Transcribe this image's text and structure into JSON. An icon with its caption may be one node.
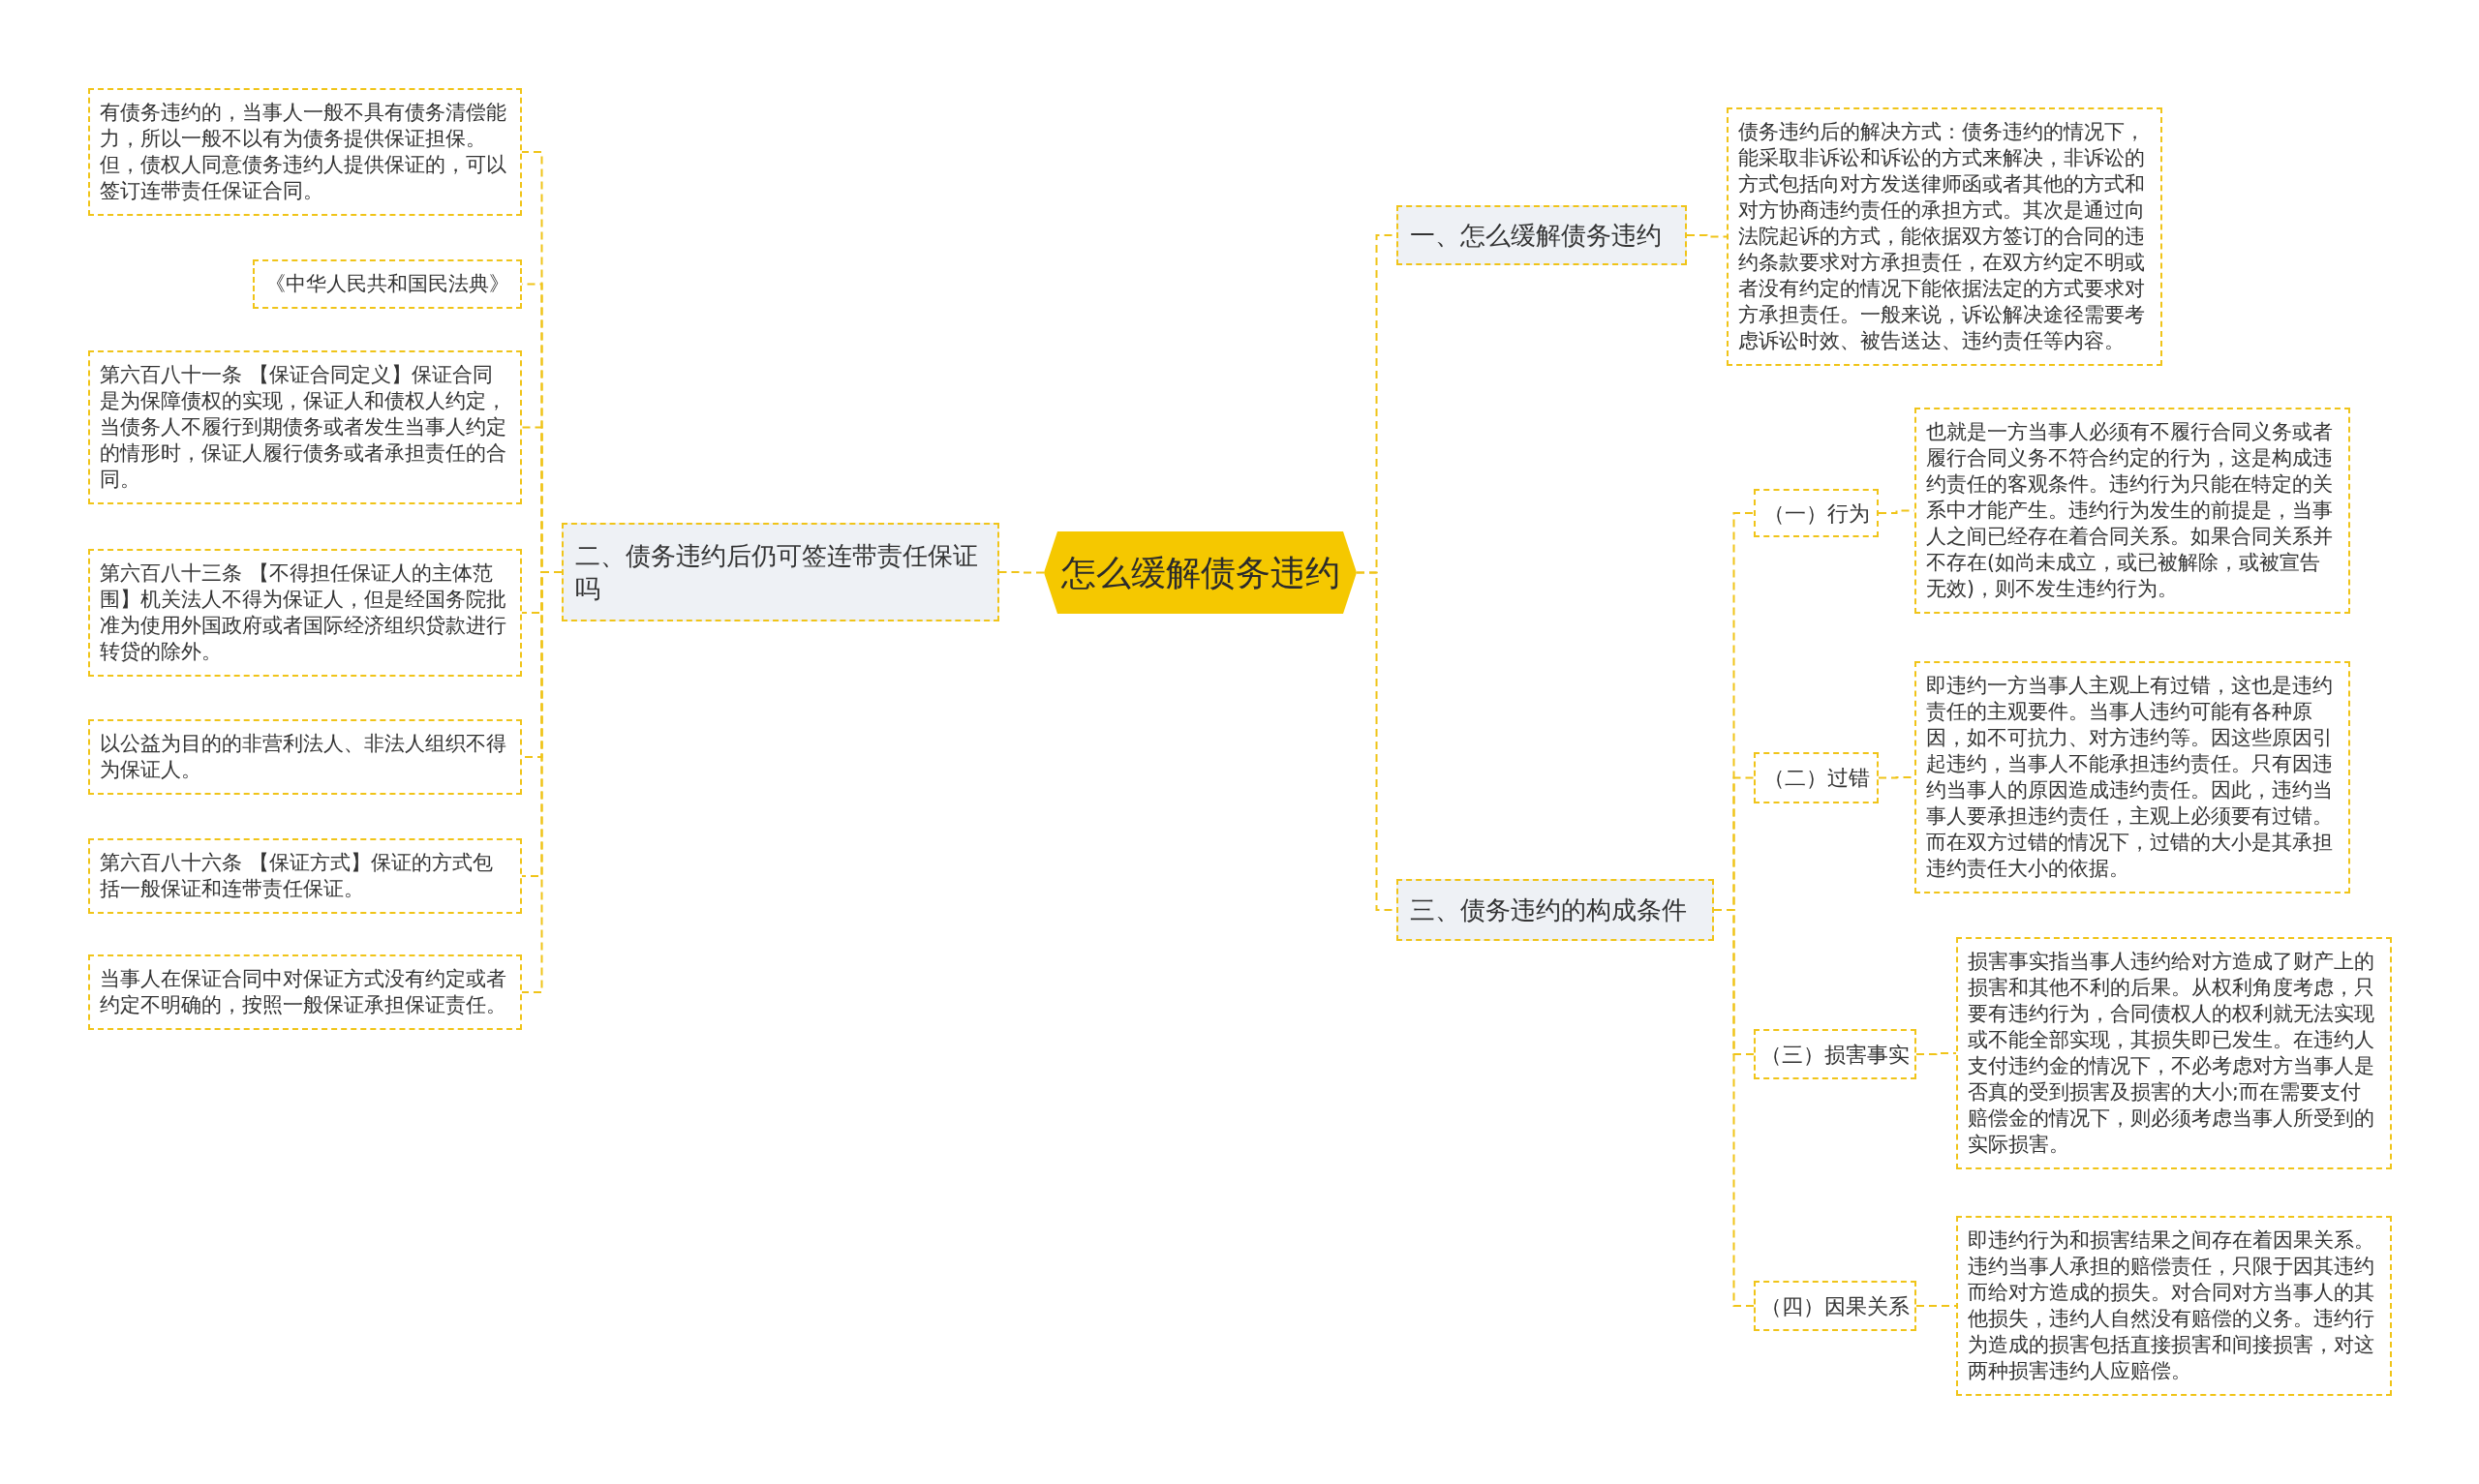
{
  "diagram": {
    "nodes": [
      {
        "text": [
          "怎么缓解债务违约"
        ]
      },
      {
        "text": [
          "一、怎么缓解债务违约"
        ]
      },
      {
        "text": [
          "债务违约后的解决方式：债务违约的情况下，能采取非诉讼和诉讼的方式来解决，非诉讼的方式包括向对方发送律师函或者其他的方式和对方协商违约责任的承担方式。其次是通过向法院起诉的方式，能依据双方签订的合同的违约条款要求对方承担责任，在双方约定不明或者没有约定的情况下能依据法定的方式要求对方承担责任。一般来说，诉讼解决途径需要考虑诉讼时效、被告送达、违约责任等内容。"
        ]
      },
      {
        "text": [
          "二、债务违约后仍可签连带责任保证吗"
        ]
      },
      {
        "text": [
          "有债务违约的，当事人一般不具有债务清偿能力，所以一般不以有为债务提供保证担保。但，债权人同意债务违约人提供保证的，可以签订连带责任保证合同。"
        ]
      },
      {
        "text": [
          "《中华人民共和国民法典》"
        ]
      },
      {
        "text": [
          "第六百八十一条 【保证合同定义】保证合同是为保障债权的实现，保证人和债权人约定，当债务人不履行到期债务或者发生当事人约定的情形时，保证人履行债务或者承担责任的合同。"
        ]
      },
      {
        "text": [
          "第六百八十三条 【不得担任保证人的主体范围】机关法人不得为保证人，但是经国务院批准为使用外国政府或者国际经济组织贷款进行转贷的除外。"
        ]
      },
      {
        "text": [
          "以公益为目的的非营利法人、非法人组织不得为保证人。"
        ]
      },
      {
        "text": [
          "第六百八十六条 【保证方式】保证的方式包括一般保证和连带责任保证。"
        ]
      },
      {
        "text": [
          "当事人在保证合同中对保证方式没有约定或者约定不明确的，按照一般保证承担保证责任。"
        ]
      },
      {
        "text": [
          "三、债务违约的构成条件"
        ]
      },
      {
        "text": [
          "（一）行为"
        ]
      },
      {
        "text": [
          "也就是一方当事人必须有不履行合同义务或者履行合同义务不符合约定的行为，这是构成违约责任的客观条件。违约行为只能在特定的关系中才能产生。违约行为发生的前提是，当事人之间已经存在着合同关系。如果合同关系并不存在(如尚未成立，或已被解除，或被宣告无效)，则不发生违约行为。"
        ]
      },
      {
        "text": [
          "（二）过错"
        ]
      },
      {
        "text": [
          "即违约一方当事人主观上有过错，这也是违约责任的主观要件。当事人违约可能有各种原因，如不可抗力、对方违约等。因这些原因引起违约，当事人不能承担违约责任。只有因违约当事人的原因造成违约责任。因此，违约当事人要承担违约责任，主观上必须要有过错。而在双方过错的情况下，过错的大小是其承担违约责任大小的依据。"
        ]
      },
      {
        "text": [
          "（三）损害事实"
        ]
      },
      {
        "text": [
          "损害事实指当事人违约给对方造成了财产上的损害和其他不利的后果。从权利角度考虑，只要有违约行为，合同债权人的权利就无法实现或不能全部实现，其损失即已发生。在违约人支付违约金的情况下，不必考虑对方当事人是否真的受到损害及损害的大小;而在需要支付赔偿金的情况下，则必须考虑当事人所受到的实际损害。"
        ]
      },
      {
        "text": [
          "（四）因果关系"
        ]
      },
      {
        "text": [
          "即违约行为和损害结果之间存在着因果关系。违约当事人承担的赔偿责任，只限于因其违约而给对方造成的损失。对合同对方当事人的其他损失，违约人自然没有赔偿的义务。违约行为造成的损害包括直接损害和间接损害，对这两种损害违约人应赔偿。"
        ]
      }
    ],
    "edges": [
      {
        "from": 0,
        "to": 1,
        "arrow": "none"
      },
      {
        "from": 1,
        "to": 2,
        "arrow": "none"
      },
      {
        "from": 0,
        "to": 3,
        "arrow": "none"
      },
      {
        "from": 3,
        "to": 4,
        "arrow": "none"
      },
      {
        "from": 3,
        "to": 5,
        "arrow": "none"
      },
      {
        "from": 3,
        "to": 6,
        "arrow": "none"
      },
      {
        "from": 3,
        "to": 7,
        "arrow": "none"
      },
      {
        "from": 3,
        "to": 8,
        "arrow": "none"
      },
      {
        "from": 3,
        "to": 9,
        "arrow": "none"
      },
      {
        "from": 3,
        "to": 10,
        "arrow": "none"
      },
      {
        "from": 0,
        "to": 11,
        "arrow": "none"
      },
      {
        "from": 11,
        "to": 12,
        "arrow": "none"
      },
      {
        "from": 12,
        "to": 13,
        "arrow": "none"
      },
      {
        "from": 11,
        "to": 14,
        "arrow": "none"
      },
      {
        "from": 14,
        "to": 15,
        "arrow": "none"
      },
      {
        "from": 11,
        "to": 16,
        "arrow": "none"
      },
      {
        "from": 16,
        "to": 17,
        "arrow": "none"
      },
      {
        "from": 11,
        "to": 18,
        "arrow": "none"
      },
      {
        "from": 18,
        "to": 19,
        "arrow": "none"
      }
    ]
  }
}
